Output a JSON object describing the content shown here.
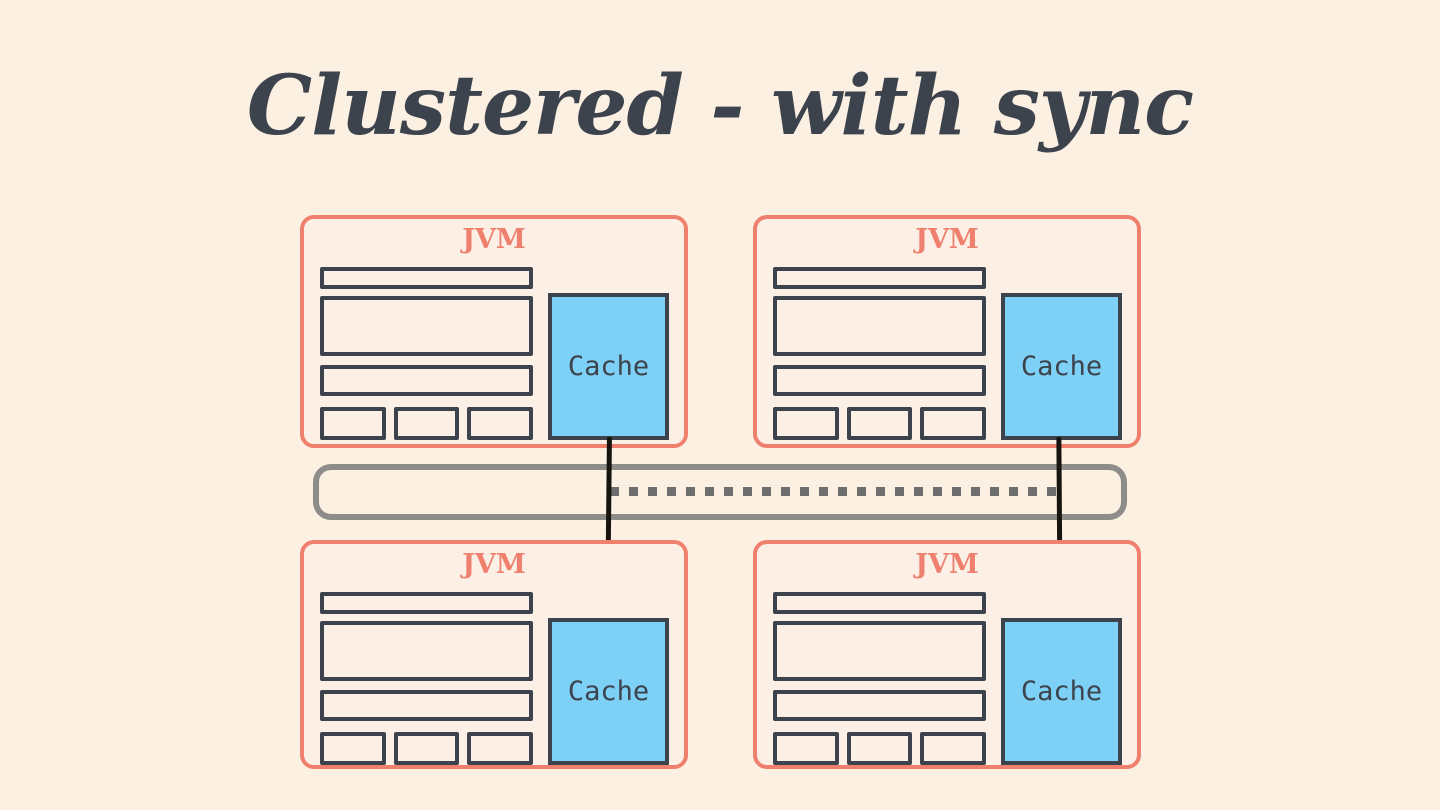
{
  "title": "Clustered - with sync",
  "colors": {
    "background": "#fbf0e2",
    "jvm_fill": "#fcf0e6",
    "coral": "#f0806e",
    "slate": "#3d434d",
    "blue": "#7ed1f6",
    "bus_gray": "#8f8d89",
    "dot_gray": "#6e6e6e",
    "line_black": "#17130e"
  },
  "nodes": [
    {
      "id": "jvm-top-left",
      "label": "JVM",
      "cache_label": "Cache"
    },
    {
      "id": "jvm-top-right",
      "label": "JVM",
      "cache_label": "Cache"
    },
    {
      "id": "jvm-bottom-left",
      "label": "JVM",
      "cache_label": "Cache"
    },
    {
      "id": "jvm-bottom-right",
      "label": "JVM",
      "cache_label": "Cache"
    }
  ],
  "bus": {
    "id": "sync-bus",
    "line_style": "dotted"
  }
}
